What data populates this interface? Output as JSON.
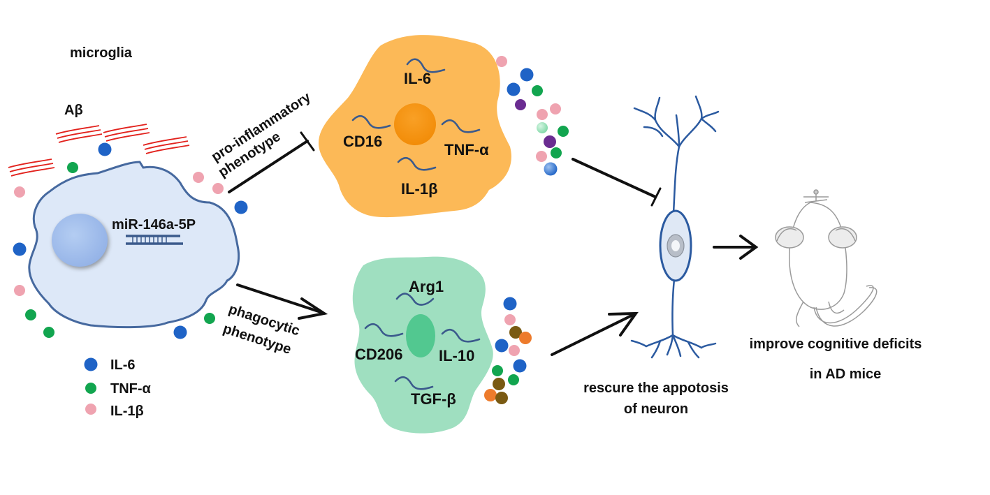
{
  "labels": {
    "microglia": "microglia",
    "abeta": "Aβ",
    "mirna": "miR-146a-5P",
    "pro_line1": "pro-inflammatory",
    "pro_line2": "phenotype",
    "phago_line1": "phagocytic",
    "phago_line2": "phenotype",
    "rescue_line1": "rescure the appotosis",
    "rescue_line2": "of neuron",
    "improve_line1": "improve cognitive deficits",
    "improve_line2": "in AD mice"
  },
  "m1_markers": [
    "IL-6",
    "CD16",
    "TNF-α",
    "IL-1β"
  ],
  "m2_markers": [
    "Arg1",
    "CD206",
    "IL-10",
    "TGF-β"
  ],
  "legend": [
    {
      "label": "IL-6",
      "color": "#1f63c6"
    },
    {
      "label": "TNF-α",
      "color": "#12a54f"
    },
    {
      "label": "IL-1β",
      "color": "#efa3b0"
    }
  ],
  "colors": {
    "microglia_fill": "#dde8f8",
    "microglia_outline": "#46699f",
    "nucleus": "#a5c0ed",
    "m1_fill": "#fcb957",
    "m1_nucleus": "#f7930d",
    "m2_fill": "#9fdfc0",
    "m2_nucleus": "#52c890",
    "abeta": "#e2221d",
    "neuron": "#2b5aa0",
    "mRNA": "#3b5a8c",
    "purple": "#6a2c91",
    "olive": "#7a5a12",
    "orange": "#ed7b2c"
  }
}
